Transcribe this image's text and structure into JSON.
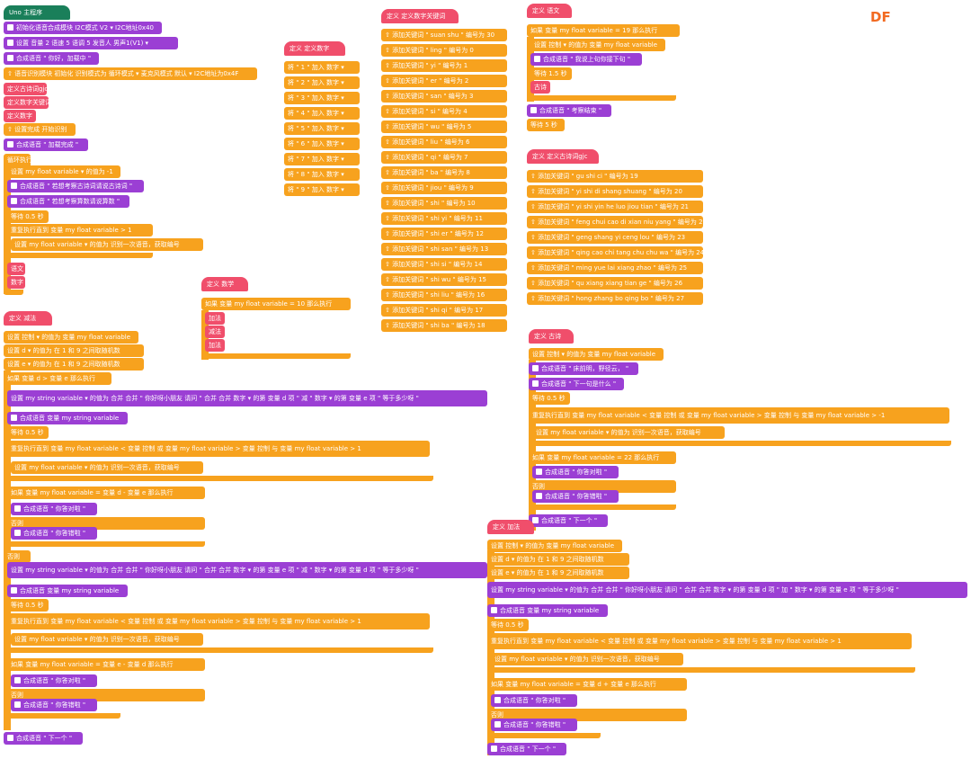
{
  "brand": "DF",
  "main": {
    "title": "Uno 主程序",
    "init1": "初始化语音合成模块 I2C模式  V2 ▾  I2C地址0x40",
    "init2": "设置 音量 2 语速 5 语调 5 发音人 男声1(V1) ▾",
    "say1": "合成语音 \" 你好，加载中 \"",
    "init3": "语音识别模块 初始化 识别模式为 循环模式 ▾ 麦克风模式 默认 ▾ I2C地址为0x4F",
    "call1": "定义古诗词gjc",
    "call2": "定义数字关键词",
    "call3": "定义数字",
    "set_done": "设置完成 开始识别",
    "say2": "合成语音 \" 加载完成 \"",
    "loop": "循环执行",
    "loop_set": "设置 my float variable ▾ 的值为 -1",
    "say3": "合成语音 \" 若想考察古诗词请说古诗词 \"",
    "say4": "合成语音 \" 若想考察算数请说算数 \"",
    "wait": "等待 0.5 秒",
    "repeat_until": "重复执行直到 变量 my float variable > 1",
    "set_recog": "设置 my float variable ▾ 的值为  识别一次语音，获取编号",
    "call_poem": "语文",
    "call_math": "数字"
  },
  "sub_sub": {
    "title": "定义 减法",
    "l1": "设置 控制 ▾ 的值为 变量 my float variable",
    "l2": "设置 d ▾ 的值为 在 1 和 9 之间取随机数",
    "l3": "设置 e ▾ 的值为 在 1 和 9 之间取随机数",
    "if1": "如果 变量 d > 变量 e 那么执行",
    "set_str1": "设置 my string variable ▾ 的值为 合并 合并 \" 你好呀小朋友 请问 \" 合并 合并 数字 ▾ 的第 变量 d 项 \" 减 \" 数字 ▾ 的第 变量 e 项 \" 等于多少呀 \"",
    "say_str": "合成语音 变量 my string variable",
    "wait": "等待 0.5 秒",
    "rep": "重复执行直到 变量 my float variable < 变量 控制 或 变量 my float variable > 变量 控制 与 变量 my float variable > 1",
    "set_rec": "设置 my float variable ▾ 的值为  识别一次语音，获取编号",
    "if_eq1": "如果 变量 my float variable = 变量 d - 变量 e 那么执行",
    "right": "合成语音 \" 你答对啦 \"",
    "else": "否则",
    "wrong": "合成语音 \" 你答错啦 \"",
    "else2": "否则",
    "set_str2": "设置 my string variable ▾ 的值为 合并 合并 \" 你好呀小朋友 请问 \" 合并 合并 数字 ▾ 的第 变量 e 项 \" 减 \" 数字 ▾ 的第 变量 d 项 \" 等于多少呀 \"",
    "if_eq2": "如果 变量 my float variable = 变量 e - 变量 d 那么执行",
    "next": "合成语音 \" 下一个 \""
  },
  "digits": {
    "title": "定义 定义数字",
    "items": [
      "将 \" 1 \" 加入 数字 ▾",
      "将 \" 2 \" 加入 数字 ▾",
      "将 \" 3 \" 加入 数字 ▾",
      "将 \" 4 \" 加入 数字 ▾",
      "将 \" 5 \" 加入 数字 ▾",
      "将 \" 6 \" 加入 数字 ▾",
      "将 \" 7 \" 加入 数字 ▾",
      "将 \" 8 \" 加入 数字 ▾",
      "将 \" 9 \" 加入 数字 ▾"
    ]
  },
  "number": {
    "title": "定义 数学",
    "if": "如果 变量 my float variable = 10 那么执行",
    "items": [
      "加法",
      "减法",
      "加法"
    ]
  },
  "kw": {
    "title": "定义 定义数字关键词",
    "items": [
      "添加关键词 \" suan shu \" 编号为 30",
      "添加关键词 \" ling \" 编号为 0",
      "添加关键词 \" yi \" 编号为 1",
      "添加关键词 \" er \" 编号为 2",
      "添加关键词 \" san \" 编号为 3",
      "添加关键词 \" si \" 编号为 4",
      "添加关键词 \" wu \" 编号为 5",
      "添加关键词 \" liu \" 编号为 6",
      "添加关键词 \" qi \" 编号为 7",
      "添加关键词 \" ba \" 编号为 8",
      "添加关键词 \" jiou \" 编号为 9",
      "添加关键词 \" shi \" 编号为 10",
      "添加关键词 \" shi yi \" 编号为 11",
      "添加关键词 \" shi er \" 编号为 12",
      "添加关键词 \" shi san \" 编号为 13",
      "添加关键词 \" shi si \" 编号为 14",
      "添加关键词 \" shi wu \" 编号为 15",
      "添加关键词 \" shi liu \" 编号为 16",
      "添加关键词 \" shi qi \" 编号为 17",
      "添加关键词 \" shi ba \" 编号为 18"
    ]
  },
  "lang": {
    "title": "定义 语文",
    "if": "如果 变量 my float variable = 19 那么执行",
    "set": "设置 控制 ▾ 的值为 变量 my float variable",
    "say": "合成语音 \" 我说上句你接下句 \"",
    "wait": "等待 1.5 秒",
    "poem": "古诗",
    "end": "合成语音 \" 考察结束 \"",
    "wait2": "等待 5 秒"
  },
  "gjc": {
    "title": "定义 定义古诗词gjc",
    "items": [
      "添加关键词 \" gu shi ci \" 编号为 19",
      "添加关键词 \" yi shi di shang shuang \" 编号为 20",
      "添加关键词 \" yi shi yin he luo jiou tian \" 编号为 21",
      "添加关键词 \" feng chui cao di xian niu yang \" 编号为 22",
      "添加关键词 \" geng shang yi ceng lou \" 编号为 23",
      "添加关键词 \" qing cao chi tang chu chu wa \" 编号为 24",
      "添加关键词 \" ming yue lai xiang zhao \" 编号为 25",
      "添加关键词 \" qu xiang xiang tian ge \" 编号为 26",
      "添加关键词 \" hong zhang bo qing bo \" 编号为 27"
    ]
  },
  "poem": {
    "title": "定义 古诗",
    "set": "设置 控制 ▾ 的值为 变量 my float variable",
    "say1": "合成语音 \" 床前明，野径云， \"",
    "say2": "合成语音 \" 下一句是什么 \"",
    "wait": "等待 0.5 秒",
    "rep": "重复执行直到 变量 my float variable < 变量 控制 或 变量 my float variable > 变量 控制 与 变量 my float variable > -1",
    "set_rec": "设置 my float variable ▾ 的值为  识别一次语音，获取编号",
    "if": "如果 变量 my float variable = 22 那么执行",
    "right": "合成语音 \" 你答对啦 \"",
    "else": "否则",
    "wrong": "合成语音 \" 你答错啦 \"",
    "next": "合成语音 \" 下一个 \""
  },
  "add": {
    "title": "定义 加法",
    "l1": "设置 控制 ▾ 的值为 变量 my float variable",
    "l2": "设置 d ▾ 的值为 在 1 和 9 之间取随机数",
    "l3": "设置 e ▾ 的值为 在 1 和 9 之间取随机数",
    "set_str": "设置 my string variable ▾ 的值为 合并 合并 \" 你好呀小朋友 请问 \" 合并 合并 数字 ▾ 的第 变量 d 项 \" 加 \" 数字 ▾ 的第 变量 e 项 \" 等于多少呀 \"",
    "say_str": "合成语音 变量 my string variable",
    "wait": "等待 0.5 秒",
    "rep": "重复执行直到 变量 my float variable < 变量 控制 或 变量 my float variable > 变量 控制 与 变量 my float variable > 1",
    "set_rec": "设置 my float variable ▾ 的值为  识别一次语音，获取编号",
    "if": "如果 变量 my float variable = 变量 d + 变量 e 那么执行",
    "right": "合成语音 \" 你答对啦 \"",
    "else": "否则",
    "wrong": "合成语音 \" 你答错啦 \"",
    "next": "合成语音 \" 下一个 \""
  }
}
